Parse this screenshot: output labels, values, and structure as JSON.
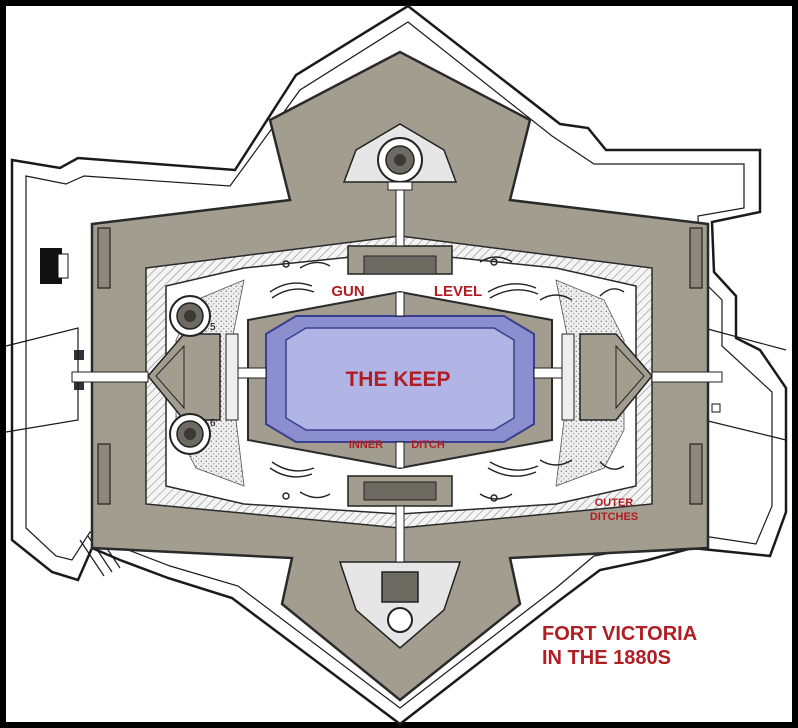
{
  "labels": {
    "gun": "GUN",
    "level": "LEVEL",
    "keep": "THE KEEP",
    "inner": "INNER",
    "ditch": "DITCH",
    "outer_line1": "OUTER",
    "outer_line2": "DITCHES",
    "title_line1": "FORT VICTORIA",
    "title_line2": "IN THE 1880S",
    "num5": "5",
    "num6": "6"
  },
  "colors": {
    "frame": "#000000",
    "paper": "#ffffff",
    "rampart": "#a29d8e",
    "rampart_outline": "#2a2a2a",
    "keep_fill": "#8b8fcf",
    "keep_inner": "#b1b5e6",
    "keep_border": "#3a3f8f",
    "label_red": "#b01e23",
    "stipple": "#d9d9d9"
  }
}
